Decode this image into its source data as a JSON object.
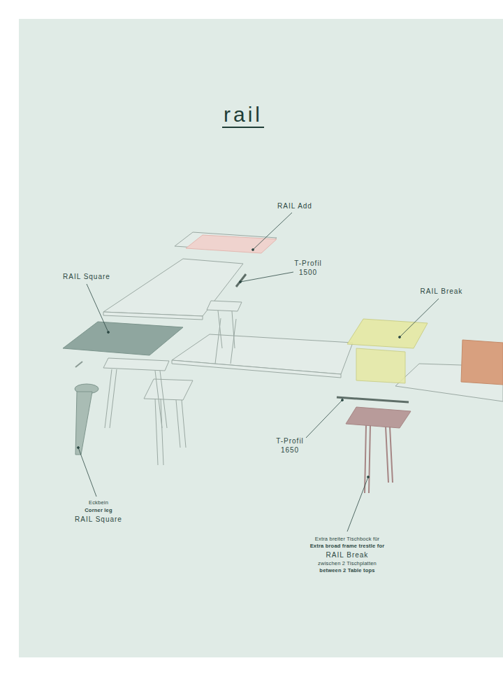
{
  "diagram": {
    "title": "rail",
    "labels": [
      "RAIL Add",
      "T-Profil 1500",
      "RAIL Square",
      "RAIL Break",
      "T-Profil 1650",
      "Eckbein",
      "Corner leg",
      "RAIL Square",
      "Extra breiter Tischbock für",
      "Extra broad frame trestle for",
      "RAIL Break",
      "zwischen 2 Tischplatten",
      "between 2 Table tops"
    ]
  }
}
